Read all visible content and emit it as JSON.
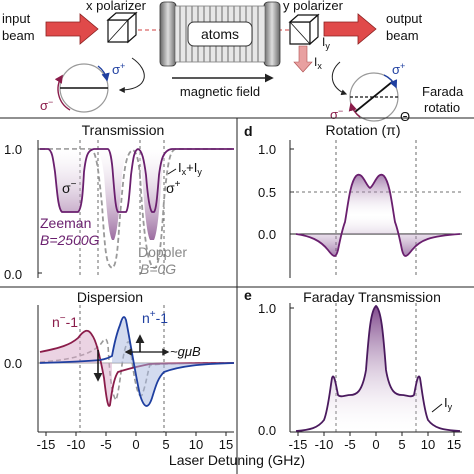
{
  "setup": {
    "input_beam_line1": "input",
    "input_beam_line2": "beam",
    "x_polarizer": "x polarizer",
    "y_polarizer": "y polarizer",
    "atoms": "atoms",
    "magnetic_field": "magnetic field",
    "output_beam_line1": "output",
    "output_beam_line2": "beam",
    "Ix": "I",
    "Ix_sub": "x",
    "Iy": "I",
    "Iy_sub": "y",
    "faraday_line1": "Farada",
    "faraday_line2": "rotatio",
    "theta": "Θ",
    "sigma_plus": "σ",
    "sigma_plus_sup": "+",
    "sigma_minus": "σ",
    "sigma_minus_sup": "−",
    "colors": {
      "arrow": "#e04a4a",
      "sigma_plus": "#1f3fa0",
      "sigma_minus": "#8a1c4a",
      "beam_dot": "#e8a0a0"
    }
  },
  "panels": {
    "transmission": {
      "title": "Transmission",
      "ytick_top": "1.0",
      "ytick_bottom": "0.0",
      "label_sigma_minus": "σ",
      "label_sigma_minus_sup": "−",
      "label_sigma_plus": "σ",
      "label_sigma_plus_sup": "+",
      "label_sum": "I",
      "label_sum_sub1": "x",
      "label_sum_plus": "+I",
      "label_sum_sub2": "y",
      "zeeman_line1": "Zeeman",
      "zeeman_line2": "B=2500G",
      "doppler_line1": "Doppler",
      "doppler_line2": "B=0G"
    },
    "rotation": {
      "letter": "d",
      "title": "Rotation (π)",
      "ytick_top": "1.0",
      "ytick_mid": "0.5",
      "ytick_bottom": "0.0"
    },
    "dispersion": {
      "title": "Dispersion",
      "ytick": "0.0",
      "n_minus": "n",
      "n_minus_sup": "−",
      "n_minus_tail": "-1",
      "n_plus": "n",
      "n_plus_sup": "+",
      "n_plus_tail": "-1",
      "shift": "~gμB"
    },
    "faraday": {
      "letter": "e",
      "title": "Faraday Transmission",
      "ytick_top": "1.0",
      "ytick_bottom": "0.0",
      "label": "I",
      "label_sub": "y"
    }
  },
  "x_axis": {
    "ticks": [
      "-15",
      "-10",
      "-5",
      "0",
      "5",
      "10",
      "15"
    ],
    "label": "Laser Detuning (GHz)"
  }
}
